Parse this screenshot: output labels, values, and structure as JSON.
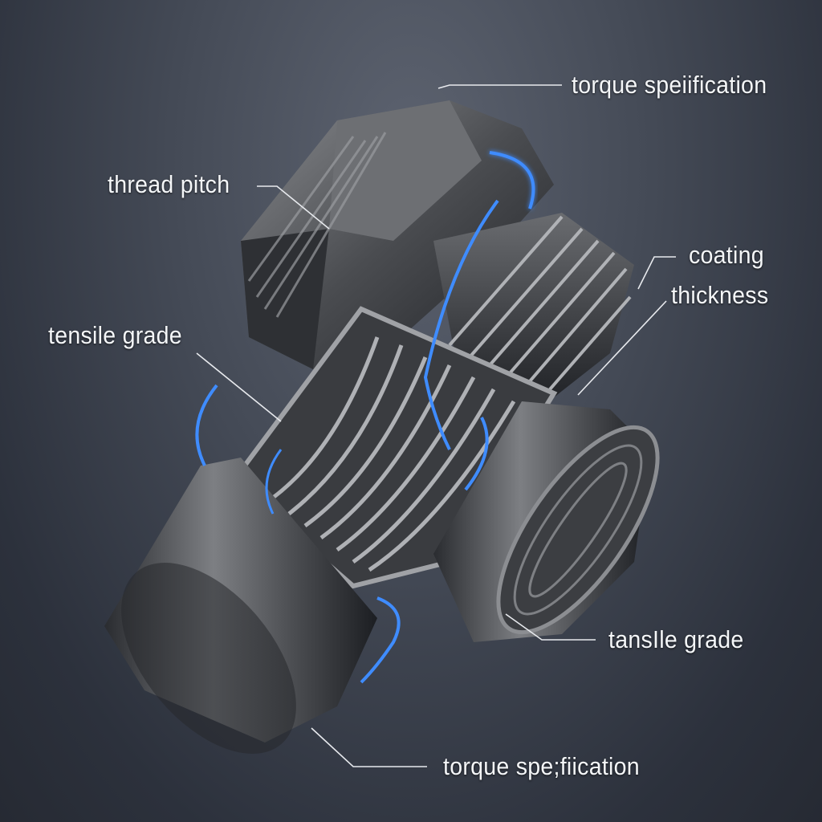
{
  "labels": {
    "top_torque": "torque speiification",
    "thread_pitch": "thread pitch",
    "coating": "coating",
    "thickness": "thickness",
    "tensile_left": "tensile grade",
    "tensile_right": "tansIle grade",
    "bottom_torque": "torque spe;fiication"
  },
  "colors": {
    "glow": "#3f8cff",
    "metal_dark": "#2a2c30",
    "metal_light": "#9a9ca0",
    "label_text": "#f4f6f8"
  }
}
